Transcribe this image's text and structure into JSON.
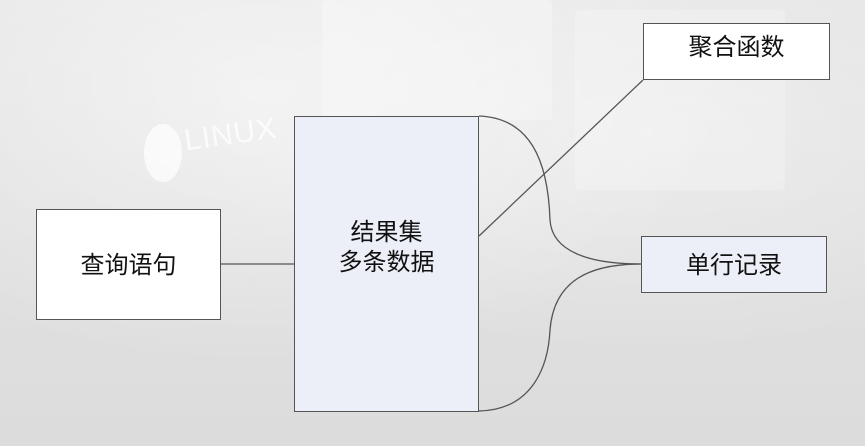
{
  "diagram": {
    "nodes": {
      "query": {
        "label": "查询语句"
      },
      "result_set": {
        "line1": "结果集",
        "line2": "多条数据"
      },
      "aggregate": {
        "label": "聚合函数"
      },
      "single_row": {
        "label": "单行记录"
      }
    },
    "background": {
      "watermark_text": "LINUX"
    },
    "colors": {
      "box_fill_white": "#ffffff",
      "box_fill_lavender": "#eceef8",
      "stroke": "#555555"
    }
  }
}
